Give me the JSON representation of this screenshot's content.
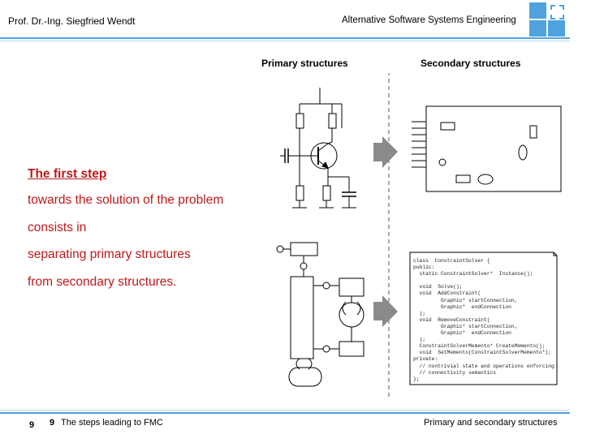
{
  "header": {
    "author": "Prof. Dr.-Ing. Siegfried Wendt",
    "group": "Alternative Software Systems Engineering"
  },
  "columns": {
    "primary": "Primary structures",
    "secondary": "Secondary structures"
  },
  "message": {
    "first": "The first step ",
    "line2": "towards the solution of the problem",
    "line3": "consists in",
    "line4": "separating primary structures",
    "line5": "from secondary structures."
  },
  "code_lines": [
    "class  ConstraintSolver {",
    "public:",
    "  static ConstraintSolver*  Instance();",
    "",
    "  void  Solve();",
    "  void  AddConstraint(",
    "         Graphic* startConnection,",
    "         Graphic*  endConnection",
    "  );",
    "  void  RemoveConstraint(",
    "         Graphic* startConnection,",
    "         Graphic*  endConnection",
    "  );",
    "  ConstraintSolverMemento* CreateMemento();",
    "  void  SetMemento(ConstraintSolverMemento*);",
    "private:",
    "  // nontrivial state and operations enforcing",
    "  // connectivity semantics",
    "};"
  ],
  "footer": {
    "page": "9",
    "chapter_number": "9",
    "chapter_title": "The steps leading to FMC",
    "section": "Primary and secondary structures"
  },
  "colors": {
    "accent": "#4ea3dc",
    "message": "#c01818",
    "arrow": "#8a8a8a"
  }
}
